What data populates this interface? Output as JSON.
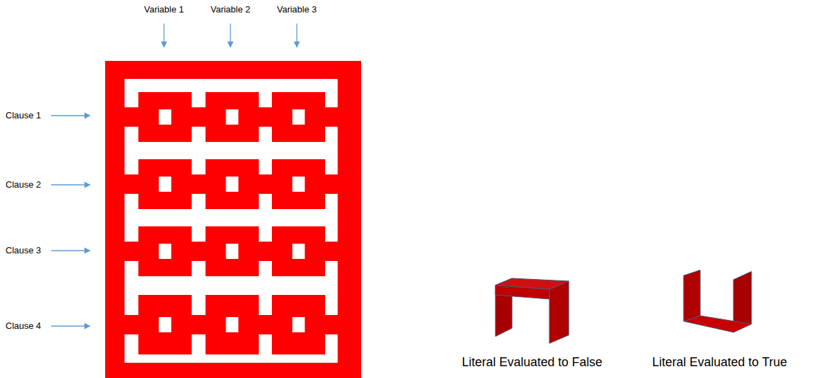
{
  "diagram": {
    "labels": [
      "Variable 1",
      "Variable 2",
      "Variable 3",
      "Clause 1",
      "Clause 2",
      "Clause 3",
      "Clause 4",
      "Literal Evaluated to False",
      "Literal Evaluated to True"
    ]
  }
}
